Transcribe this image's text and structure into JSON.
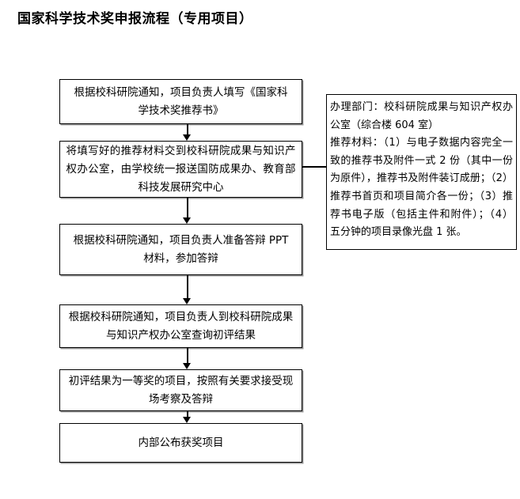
{
  "title": "国家科学技术奖申报流程（专用项目）",
  "flow": {
    "steps": [
      {
        "id": "step-1",
        "text": "根据校科研院通知，项目负责人填写《国家科学技术奖推荐书》"
      },
      {
        "id": "step-2",
        "text": "将填写好的推荐材料交到校科研院成果与知识产权办公室，由学校统一报送国防成果办、教育部科技发展研究中心"
      },
      {
        "id": "step-3",
        "text": "根据校科研院通知，项目负责人准备答辩 PPT 材料，参加答辩"
      },
      {
        "id": "step-4",
        "text": "根据校科研院通知，项目负责人到校科研院成果与知识产权办公室查询初评结果"
      },
      {
        "id": "step-5",
        "text": "初评结果为一等奖的项目，按照有关要求接受现场考察及答辩"
      },
      {
        "id": "step-6",
        "text": "内部公布获奖项目"
      }
    ],
    "connector_count": 5
  },
  "note": {
    "lines": [
      "办理部门：校科研院成果与知识产权办",
      "公室（综合楼 604 室）",
      "推荐材料：（1）与电子数据内容完全一",
      "致的推荐书及附件一式 2 份（其中一份",
      "为原件），推荐书及附件装订成册；（2）",
      "推荐书首页和项目简介各一份；（3）推",
      "荐书电子版（包括主件和附件）；（4）",
      "五分钟的项目录像光盘 1 张。"
    ],
    "department_label": "办理部门",
    "department_value": "校科研院成果与知识产权办公室（综合楼 604 室）",
    "materials_label": "推荐材料",
    "materials_items": [
      "（1）与电子数据内容完全一致的推荐书及附件一式 2 份（其中一份为原件），推荐书及附件装订成册；",
      "（2）推荐书首页和项目简介各一份；",
      "（3）推荐书电子版（包括主件和附件）；",
      "（4）五分钟的项目录像光盘 1 张。"
    ]
  },
  "colors": {
    "background": "#ffffff",
    "text": "#000000",
    "border": "#000000",
    "box_shadow": "#9a9a9a"
  }
}
